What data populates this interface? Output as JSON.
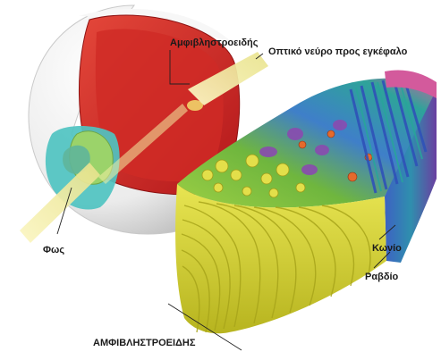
{
  "labels": {
    "retina_top": "Αμφιβληστροειδής",
    "optic_nerve": "Οπτικό νεύρο προς εγκέφαλο",
    "light": "Φως",
    "cone": "Κωνίο",
    "rod": "Ραβδίο",
    "retina_bottom": "ΑΜΦΙΒΛΗΣΤΡΟΕΙΔΗΣ"
  },
  "colors": {
    "sclera": "#f2f2f2",
    "retina_red": "#d8312b",
    "inner_red": "#c21f1c",
    "lens_cyan": "#4fc3c1",
    "lens_green": "#9bd36a",
    "light_beam": "#f3efa2",
    "fiber_yellow": "#d9d637",
    "cell_green": "#7fc242",
    "cell_purple": "#8a4bb0",
    "cell_blue": "#3e66c8",
    "cell_teal": "#2ea89c",
    "cell_pink": "#d35a9c"
  }
}
